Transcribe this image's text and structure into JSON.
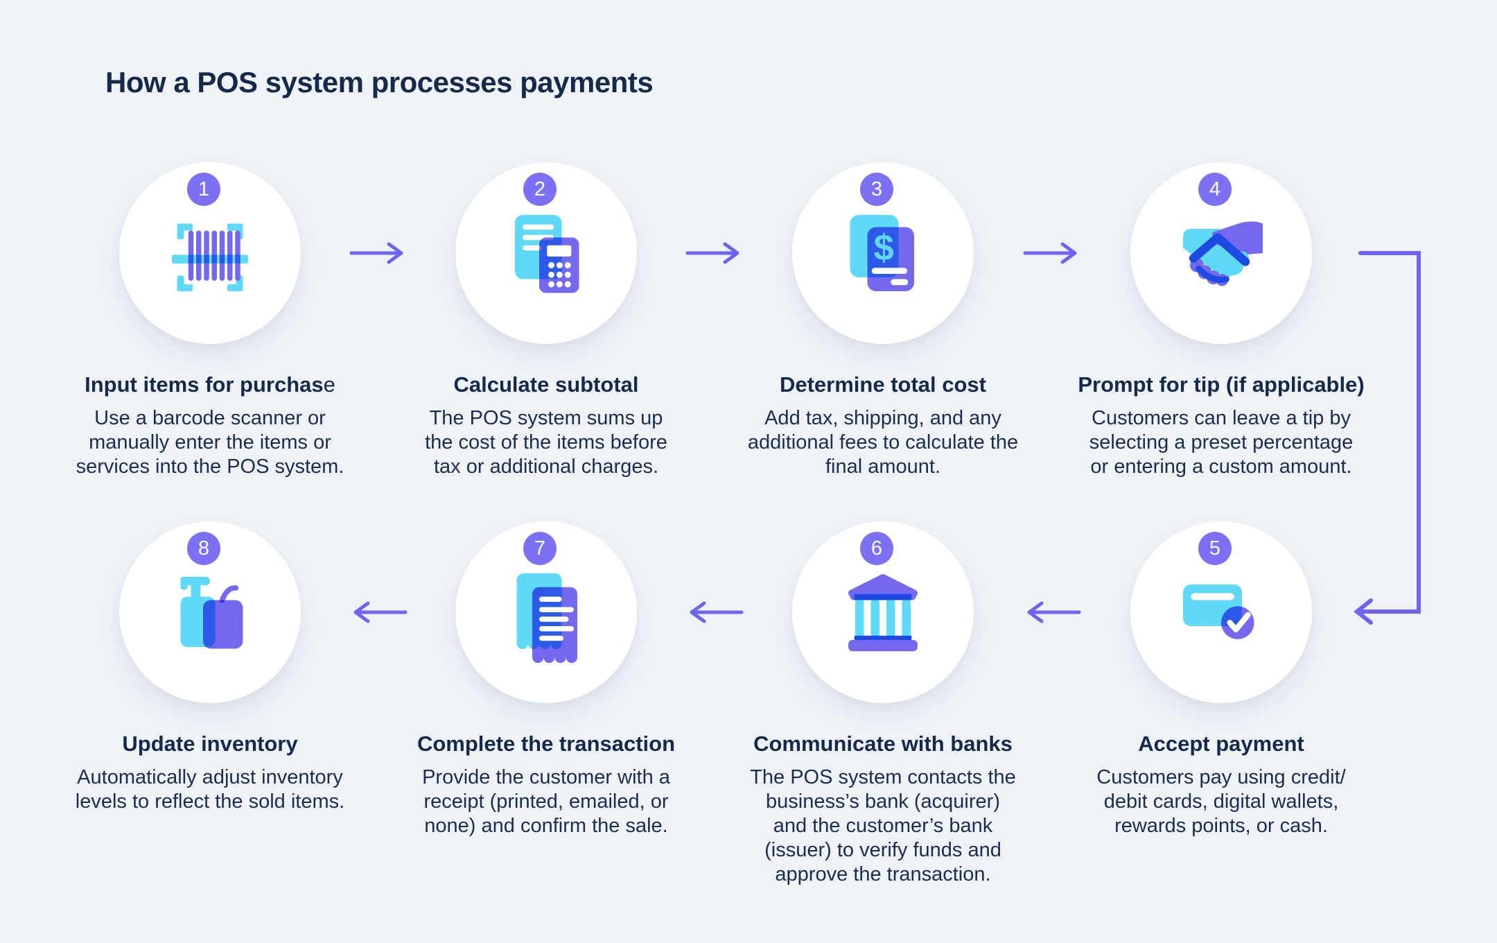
{
  "title": "How a POS system processes payments",
  "colors": {
    "background": "#eff3f8",
    "text_navy": "#15294b",
    "badge_purple": "#7c71f2",
    "arrow_purple": "#6f64ef",
    "icon_cyan": "#5fd9f6",
    "icon_purple": "#7468ee",
    "icon_dark_blue": "#1c4ae2",
    "circle_white": "#ffffff"
  },
  "flow": {
    "row1_arrow_direction": "right",
    "row2_arrow_direction": "left",
    "connector": "right-side-top-to-bottom"
  },
  "steps": [
    {
      "number": "1",
      "heading_main": "Input items for purchas",
      "heading_suffix": "e",
      "body": "Use a barcode scanner or\nmanually enter the items or\nservices into the POS system.",
      "icon": "barcode-scan"
    },
    {
      "number": "2",
      "heading_main": "Calculate subtotal",
      "heading_suffix": "",
      "body": "The POS system sums up\nthe cost of the items before\ntax or additional charges.",
      "icon": "receipt-calculator"
    },
    {
      "number": "3",
      "heading_main": "Determine total cost",
      "heading_suffix": "",
      "body": "Add tax, shipping, and any\nadditional fees to calculate the\nfinal amount.",
      "icon": "dollar-documents"
    },
    {
      "number": "4",
      "heading_main": "Prompt for tip (if applicable)",
      "heading_suffix": "",
      "body": "Customers can leave a tip by\nselecting a preset percentage\nor entering a custom amount.",
      "icon": "handshake"
    },
    {
      "number": "5",
      "heading_main": "Accept payment",
      "heading_suffix": "",
      "body": "Customers pay using credit/\ndebit cards, digital wallets,\nrewards points, or cash.",
      "icon": "card-check"
    },
    {
      "number": "6",
      "heading_main": "Communicate with banks",
      "heading_suffix": "",
      "body": "The POS system contacts the\nbusiness’s bank (acquirer)\nand the customer’s bank\n(issuer) to verify funds and\napprove the transaction.",
      "icon": "bank"
    },
    {
      "number": "7",
      "heading_main": "Complete the transaction",
      "heading_suffix": "",
      "body": "Provide the customer with a\nreceipt (printed, emailed, or\nnone) and confirm the sale.",
      "icon": "receipts"
    },
    {
      "number": "8",
      "heading_main": "Update inventory",
      "heading_suffix": "",
      "body": "Automatically adjust inventory\nlevels to reflect the sold items.",
      "icon": "inventory-products"
    }
  ]
}
